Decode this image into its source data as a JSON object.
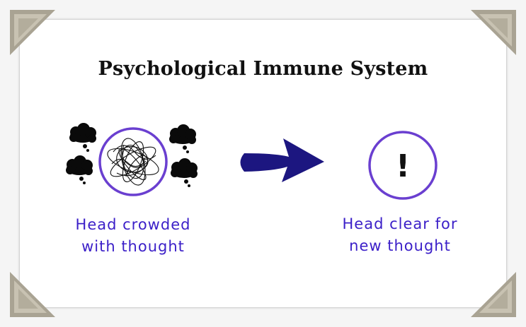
{
  "title": "Psychological Immune System",
  "left_caption": {
    "line1": "Head crowded",
    "line2": "with thought"
  },
  "right_caption": {
    "line1": "Head clear for",
    "line2": "new thought"
  },
  "right_symbol": "!",
  "colors": {
    "circle_stroke": "#6a3fd0",
    "caption_text": "#3b1fc8",
    "arrow_fill": "#1c1680",
    "cloud_fill": "#0a0a0a",
    "title_text": "#111111"
  }
}
